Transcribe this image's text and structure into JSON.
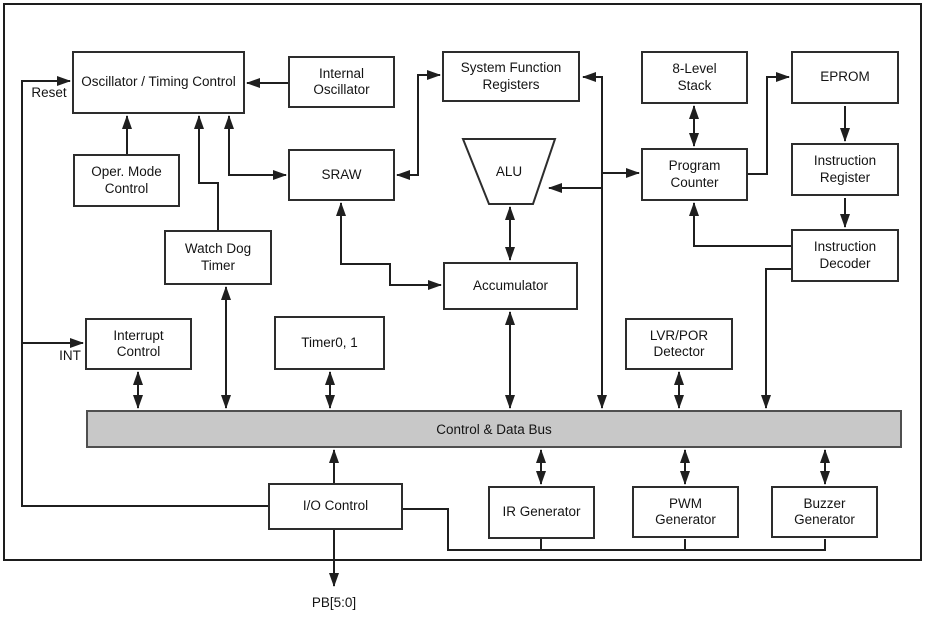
{
  "diagram": {
    "type": "microcontroller-block-diagram",
    "bus": {
      "label": "Control & Data Bus",
      "fill": "#c8c8c8",
      "border": "#4f4f4f"
    },
    "colors": {
      "background": "#ffffff",
      "line": "#1f1f1f",
      "box_border": "#2d2d2d",
      "text": "#141414"
    }
  },
  "blocks": {
    "oscillator": {
      "label": "Oscillator / Timing Control"
    },
    "internal_oscillator": {
      "label": "Internal Oscillator"
    },
    "sfr": {
      "label": "System Function Registers"
    },
    "stack": {
      "label": "8-Level Stack"
    },
    "eprom": {
      "label": "EPROM"
    },
    "oper_mode": {
      "label": "Oper. Mode Control"
    },
    "sraw": {
      "label": "SRAW"
    },
    "alu": {
      "label": "ALU"
    },
    "program_counter": {
      "label": "Program Counter"
    },
    "instruction_register": {
      "label": "Instruction Register"
    },
    "watch_dog_timer": {
      "label": "Watch Dog Timer"
    },
    "accumulator": {
      "label": "Accumulator"
    },
    "instruction_decoder": {
      "label": "Instruction Decoder"
    },
    "interrupt_control": {
      "label": "Interrupt Control"
    },
    "timer01": {
      "label": "Timer0, 1"
    },
    "lvr_por": {
      "label": "LVR/POR Detector"
    },
    "io_control": {
      "label": "I/O Control"
    },
    "ir_generator": {
      "label": "IR Generator"
    },
    "pwm_generator": {
      "label": "PWM Generator"
    },
    "buzzer_generator": {
      "label": "Buzzer Generator"
    }
  },
  "pins": {
    "reset": "Reset",
    "int": "INT",
    "pb": "PB[5:0]"
  },
  "connections": [
    {
      "from": "reset-pin",
      "to": "oscillator",
      "arrow": "end"
    },
    {
      "from": "int-pin",
      "to": "interrupt_control",
      "arrow": "end"
    },
    {
      "from": "internal_oscillator",
      "to": "oscillator",
      "arrow": "end"
    },
    {
      "from": "oper_mode",
      "to": "oscillator",
      "arrow": "end"
    },
    {
      "from": "watch_dog_timer",
      "to": "oscillator",
      "arrow": "end"
    },
    {
      "from": "sraw",
      "to": "oscillator",
      "arrow": "both"
    },
    {
      "from": "sraw",
      "to": "sfr",
      "arrow": "both"
    },
    {
      "from": "sfr",
      "to": "bus",
      "arrow": "both-branching",
      "branches": [
        "program_counter",
        "alu"
      ]
    },
    {
      "from": "sraw",
      "to": "accumulator",
      "arrow": "both"
    },
    {
      "from": "alu",
      "to": "accumulator",
      "arrow": "both"
    },
    {
      "from": "stack",
      "to": "program_counter",
      "arrow": "both"
    },
    {
      "from": "program_counter",
      "to": "eprom",
      "arrow": "end"
    },
    {
      "from": "eprom",
      "to": "instruction_register",
      "arrow": "end"
    },
    {
      "from": "instruction_register",
      "to": "instruction_decoder",
      "arrow": "end"
    },
    {
      "from": "instruction_decoder",
      "to": "program_counter",
      "arrow": "end"
    },
    {
      "from": "instruction_decoder",
      "to": "bus",
      "arrow": "end"
    },
    {
      "from": "watch_dog_timer",
      "to": "bus",
      "arrow": "both"
    },
    {
      "from": "interrupt_control",
      "to": "bus",
      "arrow": "both"
    },
    {
      "from": "timer01",
      "to": "bus",
      "arrow": "both"
    },
    {
      "from": "accumulator",
      "to": "bus",
      "arrow": "both"
    },
    {
      "from": "lvr_por",
      "to": "bus",
      "arrow": "both"
    },
    {
      "from": "io_control",
      "to": "bus",
      "arrow": "end"
    },
    {
      "from": "io_control",
      "to": "pb-pin",
      "arrow": "end"
    },
    {
      "from": "ir_generator",
      "to": "bus",
      "arrow": "both"
    },
    {
      "from": "pwm_generator",
      "to": "bus",
      "arrow": "both"
    },
    {
      "from": "buzzer_generator",
      "to": "bus",
      "arrow": "both"
    },
    {
      "from": "io_control",
      "to": "generators-net",
      "arrow": "none"
    }
  ]
}
